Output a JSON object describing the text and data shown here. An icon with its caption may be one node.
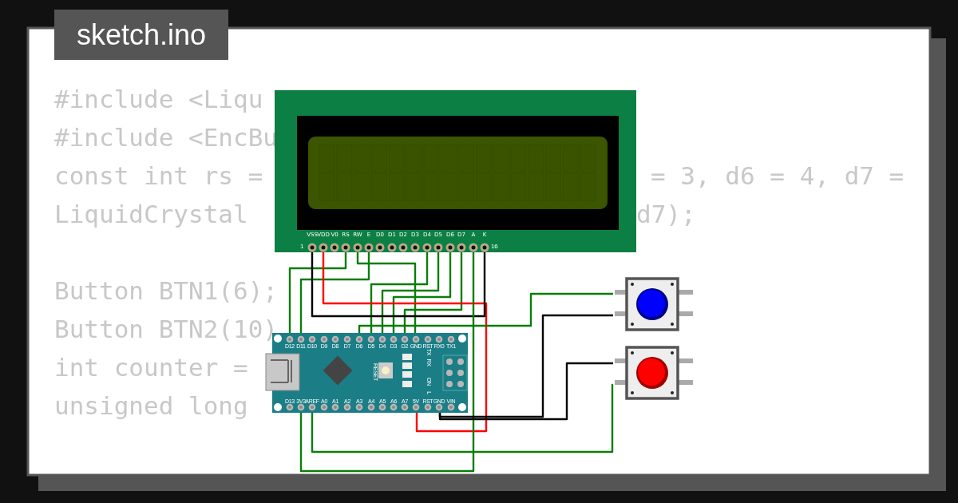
{
  "diagram": {
    "title": "sketch.ino",
    "nodes": [
      {
        "text": [],
        "shape": "box"
      },
      {
        "text": [
          "VSS"
        ],
        "in": 0
      },
      {
        "text": [
          "VDD"
        ],
        "in": 0
      },
      {
        "text": [
          "V0"
        ],
        "in": 0
      },
      {
        "text": [
          "RS"
        ],
        "in": 0
      },
      {
        "text": [
          "RW"
        ],
        "in": 0
      },
      {
        "text": [
          "E"
        ],
        "in": 0
      },
      {
        "text": [
          "D0"
        ],
        "in": 0
      },
      {
        "text": [
          "D1"
        ],
        "in": 0
      },
      {
        "text": [
          "D2"
        ],
        "in": 0
      },
      {
        "text": [
          "D3"
        ],
        "in": 0
      },
      {
        "text": [
          "D4"
        ],
        "in": 0
      },
      {
        "text": [
          "D5"
        ],
        "in": 0
      },
      {
        "text": [
          "D6"
        ],
        "in": 0
      },
      {
        "text": [
          "D7"
        ],
        "in": 0
      },
      {
        "text": [
          "A"
        ],
        "in": 0
      },
      {
        "text": [
          "K"
        ],
        "in": 0
      },
      {
        "text": [],
        "shape": "box"
      },
      {
        "text": [],
        "shape": "button"
      },
      {
        "text": [],
        "shape": "button"
      }
    ],
    "edges": [
      {
        "from": 4,
        "to": 17,
        "arrow": "none"
      },
      {
        "from": 6,
        "to": 17,
        "arrow": "none"
      },
      {
        "from": 5,
        "to": 17,
        "arrow": "none"
      },
      {
        "from": 11,
        "to": 17,
        "arrow": "none"
      },
      {
        "from": 12,
        "to": 17,
        "arrow": "none"
      },
      {
        "from": 13,
        "to": 17,
        "arrow": "none"
      },
      {
        "from": 14,
        "to": 17,
        "arrow": "none"
      },
      {
        "from": 2,
        "to": 17,
        "arrow": "none",
        "color": "#ff0000"
      },
      {
        "from": 1,
        "to": 16,
        "arrow": "none",
        "color": "#000000"
      },
      {
        "from": 15,
        "to": 17,
        "arrow": "none"
      },
      {
        "from": 17,
        "to": 18,
        "arrow": "none"
      },
      {
        "from": 17,
        "to": 18,
        "arrow": "none",
        "color": "#000000"
      },
      {
        "from": 17,
        "to": 19,
        "arrow": "none",
        "color": "#000000"
      },
      {
        "from": 17,
        "to": 19,
        "arrow": "none"
      }
    ],
    "labels": [
      "#include <Liqu",
      "#include <EncBu",
      "const int rs =",
      "= 3, d6 = 4, d7 =",
      "LiquidCrystal",
      "d7);",
      "Button BTN1(6);",
      "Button BTN2(10)",
      "int counter =",
      "unsigned long",
      "1",
      "16",
      "D12",
      "D11",
      "D10",
      "D9",
      "D8",
      "D7",
      "D6",
      "D5",
      "D4",
      "D3",
      "D2",
      "GND",
      "RST",
      "RX0",
      "TX1",
      "RESET",
      "TX",
      "RX",
      "ON",
      "L",
      "D13",
      "3V3",
      "AREF",
      "A0",
      "A1",
      "A2",
      "A3",
      "A4",
      "A5",
      "A6",
      "A7",
      "5V",
      "RST",
      "GND",
      "VIN"
    ]
  }
}
